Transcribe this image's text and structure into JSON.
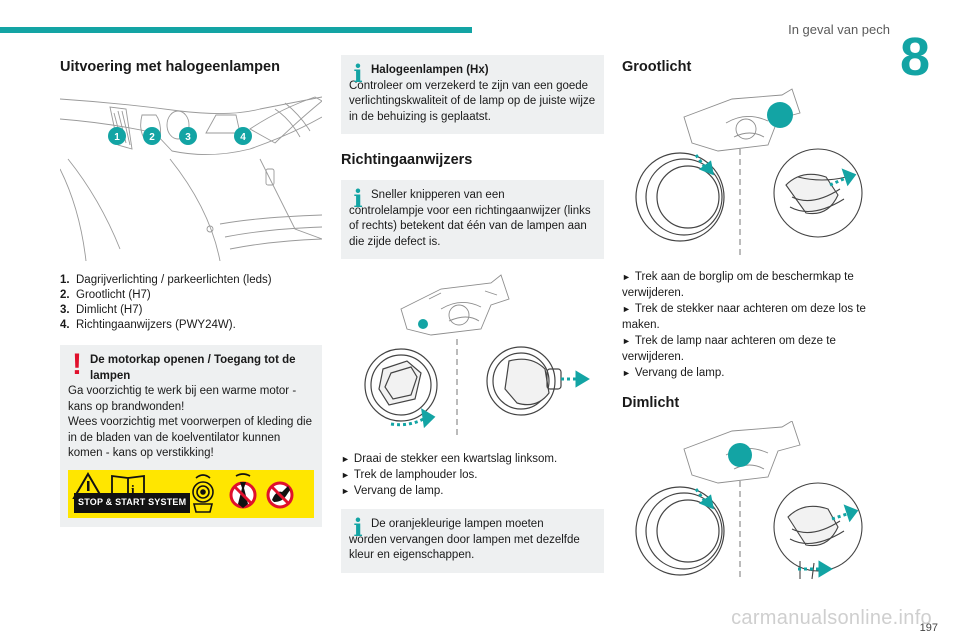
{
  "header": {
    "title": "In geval van pech",
    "chapter": "8"
  },
  "page_number": "197",
  "watermark": "carmanualsonline.info",
  "col1": {
    "heading": "Uitvoering met halogeenlampen",
    "callouts": [
      "1",
      "2",
      "3",
      "4"
    ],
    "items": [
      {
        "num": "1.",
        "text": "Dagrijverlichting / parkeerlichten (leds)"
      },
      {
        "num": "2.",
        "text": "Grootlicht (H7)"
      },
      {
        "num": "3.",
        "text": "Dimlicht (H7)"
      },
      {
        "num": "4.",
        "text": "Richtingaanwijzers (PWY24W)."
      }
    ],
    "warning": {
      "title": "De motorkap openen / Toegang tot de lampen",
      "line1": "Ga voorzichtig te werk bij een warme motor - kans op brandwonden!",
      "line2": "Wees voorzichtig met voorwerpen of kleding die in de bladen van de koelventilator kunnen komen - kans op verstikking!",
      "strip_label": "STOP & START SYSTEM"
    }
  },
  "col2": {
    "note1": {
      "title": "Halogeenlampen (Hx)",
      "text": "Controleer om verzekerd te zijn van een goede verlichtingskwaliteit of de lamp op de juiste wijze in de behuizing is geplaatst."
    },
    "heading": "Richtingaanwijzers",
    "note2": {
      "first": "Sneller knipperen van een",
      "text": "controlelampje voor een richtingaanwijzer (links of rechts) betekent dat één van de lampen aan die zijde defect is."
    },
    "steps": [
      "Draai de stekker een kwartslag linksom.",
      "Trek de lamphouder los.",
      "Vervang de lamp."
    ],
    "note3": {
      "first": "De oranjekleurige lampen moeten",
      "text": "worden vervangen door lampen met dezelfde kleur en eigenschappen."
    }
  },
  "col3": {
    "heading1": "Grootlicht",
    "steps": [
      "Trek aan de borglip om de beschermkap te verwijderen.",
      "Trek de stekker naar achteren om deze los te maken.",
      "Trek de lamp naar achteren om deze te verwijderen.",
      "Vervang de lamp."
    ],
    "heading2": "Dimlicht"
  },
  "icons": {
    "step": "triangle-right-icon",
    "info": "info-icon",
    "warning": "exclamation-icon"
  },
  "colors": {
    "accent": "#13a4a4",
    "warning": "#e0102c",
    "note_bg": "#eef0f1",
    "strip": "#ffe600"
  }
}
